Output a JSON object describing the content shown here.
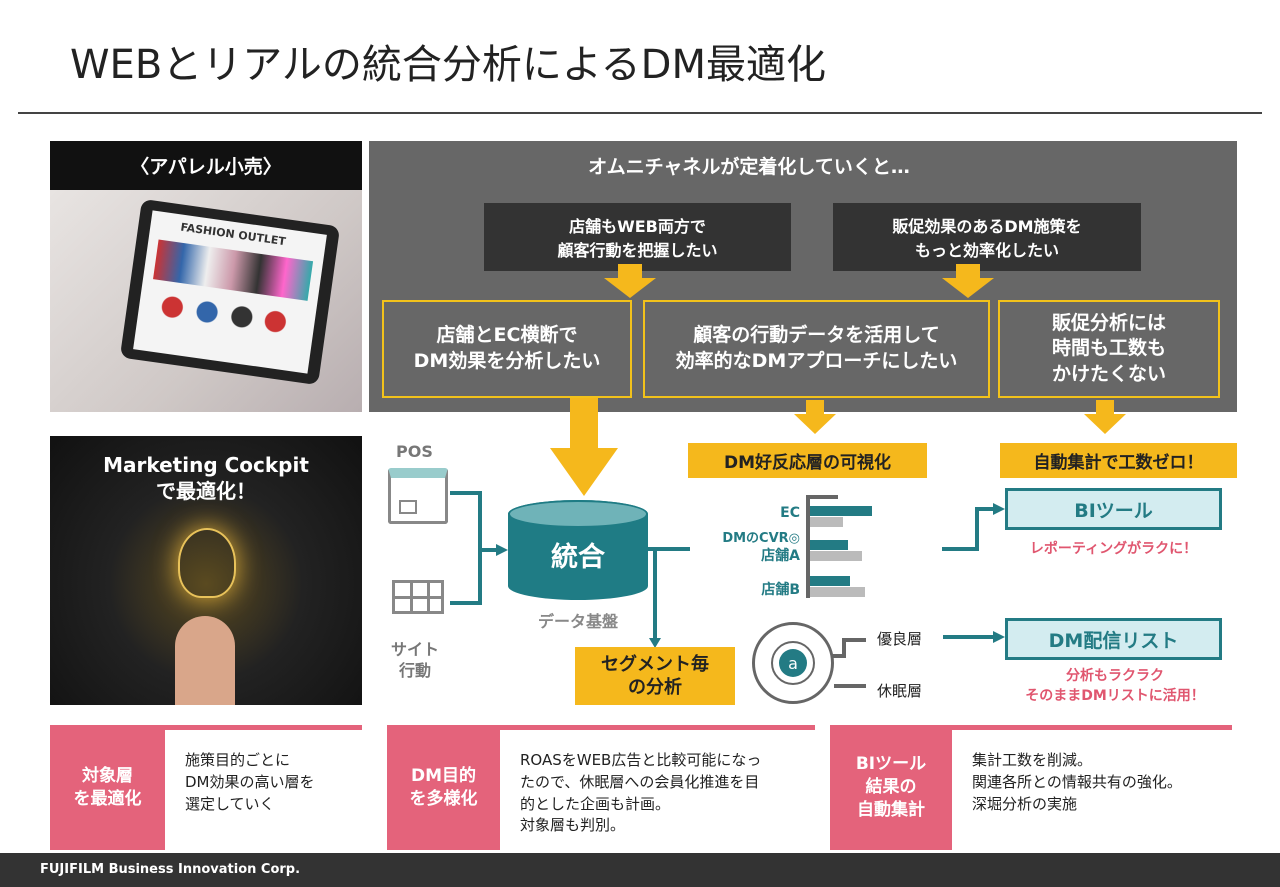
{
  "title": "WEBとリアルの統合分析によるDM最適化",
  "left_panel": {
    "header": "〈アパレル小売〉",
    "tablet_text": "FASHION OUTLET",
    "cockpit": "Marketing Cockpit\nで最適化！"
  },
  "omni": {
    "header": "オムニチャネルが定着化していくと…",
    "needs": [
      "店舗もWEB両方で\n顧客行動を把握したい",
      "販促効果のあるDM施策を\nもっと効率化したい"
    ],
    "wants": [
      "店舗とEC横断で\nDM効果を分析したい",
      "顧客の行動データを活用して\n効率的なDMアプローチにしたい",
      "販促分析には\n時間も工数も\nかけたくない"
    ]
  },
  "flow": {
    "pos": "POS",
    "site": "サイト\n行動",
    "db": "統合",
    "db_caption": "データ基盤",
    "segment": "セグメント毎\nの分析",
    "vis_label": "DM好反応層の可視化",
    "auto_label": "自動集計で工数ゼロ！",
    "bar_labels": [
      "EC",
      "DMのCVR◎",
      "店舗A",
      "店舗B"
    ],
    "bars": {
      "teal": [
        0.62,
        0.38,
        0.4
      ],
      "gray": [
        0.33,
        0.52,
        0.55
      ]
    },
    "segment_badge": "a",
    "tiers": [
      "優良層",
      "休眠層"
    ],
    "bi_tool": "BIツール",
    "bi_note": "レポーティングがラクに！",
    "dm_list": "DM配信リスト",
    "dm_note": "分析もラクラク\nそのままDMリストに活用！"
  },
  "results": [
    {
      "label": "対象層\nを最適化",
      "text": "施策目的ごとに\nDM効果の高い層を\n選定していく"
    },
    {
      "label": "DM目的\nを多様化",
      "text": "ROASをWEB広告と比較可能になっ\nたので、休眠層への会員化推進を目\n的とした企画も計画。\n対象層も判別。"
    },
    {
      "label": "BIツール\n結果の\n自動集計",
      "text": "集計工数を削減。\n関連各所との情報共有の強化。\n深堀分析の実施"
    }
  ],
  "footer": "FUJIFILM Business Innovation Corp."
}
